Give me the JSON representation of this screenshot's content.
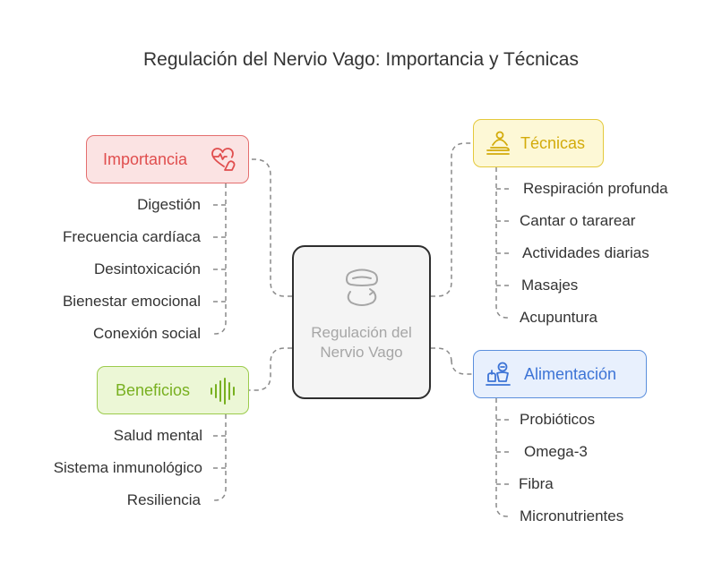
{
  "title": "Regulación del Nervio Vago: Importancia y Técnicas",
  "center": {
    "label": "Regulación del Nervio Vago",
    "icon": "vagus-nerve-icon"
  },
  "categories": {
    "importancia": {
      "label": "Importancia",
      "icon": "heart-arm-icon",
      "color": "#e04e4e",
      "items": [
        "Digestión",
        "Frecuencia cardíaca",
        "Desintoxicación",
        "Bienestar emocional",
        "Conexión social"
      ]
    },
    "beneficios": {
      "label": "Beneficios",
      "icon": "sound-wave-icon",
      "color": "#78b020",
      "items": [
        "Salud mental",
        "Sistema inmunológico",
        "Resiliencia"
      ]
    },
    "tecnicas": {
      "label": "Técnicas",
      "icon": "meditation-icon",
      "color": "#d3ab0b",
      "items": [
        "Respiración profunda",
        "Cantar o tararear",
        "Actividades diarias",
        "Masajes",
        "Acupuntura"
      ]
    },
    "alimentacion": {
      "label": "Alimentación",
      "icon": "nutrition-icon",
      "color": "#3d74d6",
      "items": [
        "Probióticos",
        "Omega-3",
        "Fibra",
        "Micronutrientes"
      ]
    }
  }
}
